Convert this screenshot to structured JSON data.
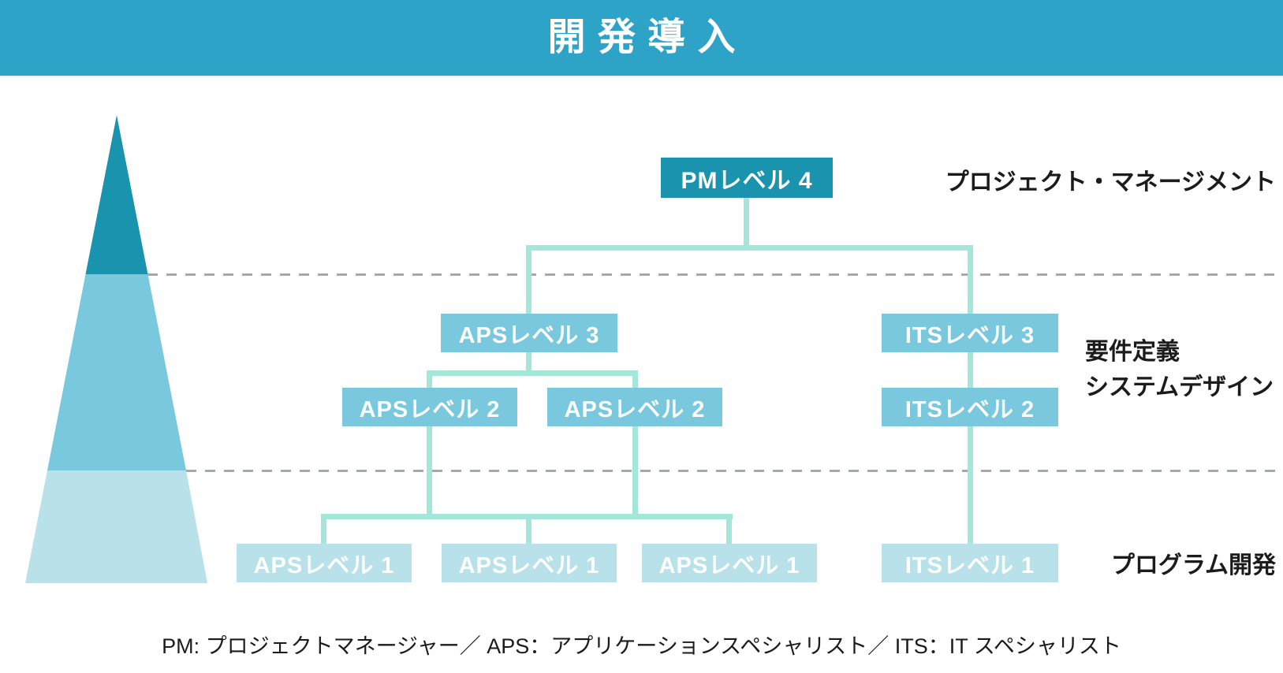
{
  "header": {
    "title": "開発導入"
  },
  "org_chart": {
    "nodes": {
      "pm4": "PMレベル 4",
      "aps3": "APSレベル 3",
      "its3": "ITSレベル 3",
      "aps2a": "APSレベル 2",
      "aps2b": "APSレベル 2",
      "its2": "ITSレベル 2",
      "aps1a": "APSレベル 1",
      "aps1b": "APSレベル 1",
      "aps1c": "APSレベル 1",
      "its1": "ITSレベル 1"
    }
  },
  "side_labels": {
    "project_management": "プロジェクト・マネージメント",
    "requirements_line1": "要件定義",
    "requirements_line2": "システムデザイン",
    "program_development": "プログラム開発"
  },
  "footnote": "PM: プロジェクトマネージャー／ APS：アプリケーションスペシャリスト／ ITS：IT スペシャリスト",
  "colors": {
    "header_bg": "#2ea3c8",
    "tier1_dark": "#1a93ae",
    "tier2_mid": "#79c8de",
    "tier3_light": "#b9e1e9",
    "connector_mint": "#a5e6da",
    "dash_gray": "#a6a9ab",
    "label_text": "#1b1b1b",
    "box_text": "#ffffff"
  }
}
